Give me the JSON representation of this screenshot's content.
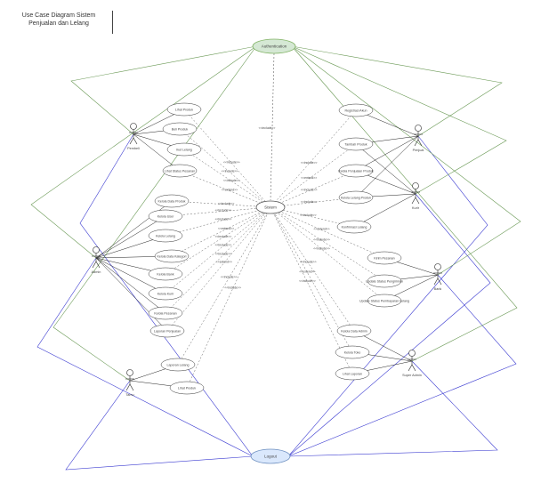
{
  "diagram": {
    "title": "Use Case Diagram Sistem Penjualan dan Lelang",
    "top_hub_label": "Authentication",
    "center_hub_label": "Sistem",
    "bottom_hub_label": "Logout",
    "include_label": "<<include>>",
    "extend_label": "<<extend>>",
    "actors": [
      {
        "id": "a_left_top",
        "label": "Pembeli"
      },
      {
        "id": "a_left_mid",
        "label": "Admin"
      },
      {
        "id": "a_left_bottom",
        "label": "Tamu"
      },
      {
        "id": "a_right_1",
        "label": "Penjual"
      },
      {
        "id": "a_right_2",
        "label": "Kurir"
      },
      {
        "id": "a_right_3",
        "label": "Bank"
      },
      {
        "id": "a_right_4",
        "label": "Super Admin"
      }
    ],
    "use_cases": [
      {
        "id": "u1",
        "label": "Lihat Produk"
      },
      {
        "id": "u2",
        "label": "Beli Produk"
      },
      {
        "id": "u3",
        "label": "Ikut Lelang"
      },
      {
        "id": "u4",
        "label": "Lihat Status Pesanan"
      },
      {
        "id": "u5",
        "label": "Kelola Data Produk"
      },
      {
        "id": "u6",
        "label": "Kelola User"
      },
      {
        "id": "u7",
        "label": "Kelola Lelang"
      },
      {
        "id": "u8",
        "label": "Kelola Data Kategori"
      },
      {
        "id": "u9",
        "label": "Kelola Bank"
      },
      {
        "id": "u10",
        "label": "Kelola Kurir"
      },
      {
        "id": "u11",
        "label": "Kelola Pesanan"
      },
      {
        "id": "u12",
        "label": "Laporan Penjualan"
      },
      {
        "id": "u13",
        "label": "Laporan Lelang"
      },
      {
        "id": "u14",
        "label": "Lihat Produk"
      },
      {
        "id": "u15",
        "label": "Registrasi Akun"
      },
      {
        "id": "u16",
        "label": "Tambah Produk"
      },
      {
        "id": "u17",
        "label": "Kelola Penjualan Produk"
      },
      {
        "id": "u18",
        "label": "Kelola Lelang Produk"
      },
      {
        "id": "u19",
        "label": "Konfirmasi Lelang"
      },
      {
        "id": "u20",
        "label": "Kirim Pesanan"
      },
      {
        "id": "u21",
        "label": "Update Status Pengiriman"
      },
      {
        "id": "u22",
        "label": "Update Status Pembayaran Lelang"
      },
      {
        "id": "u23",
        "label": "Kelola Data Admin"
      },
      {
        "id": "u24",
        "label": "Kelola Toko"
      },
      {
        "id": "u25",
        "label": "Lihat Laporan"
      }
    ]
  },
  "colors": {
    "hub_top_fill": "#d5e8d4",
    "hub_top_stroke": "#82b366",
    "hub_bottom_fill": "#dae8fc",
    "hub_bottom_stroke": "#6c8ebf",
    "green_line": "#6a9955",
    "blue_line": "#3b3bd1",
    "dark_line": "#222222",
    "dashed_line": "#666666"
  }
}
